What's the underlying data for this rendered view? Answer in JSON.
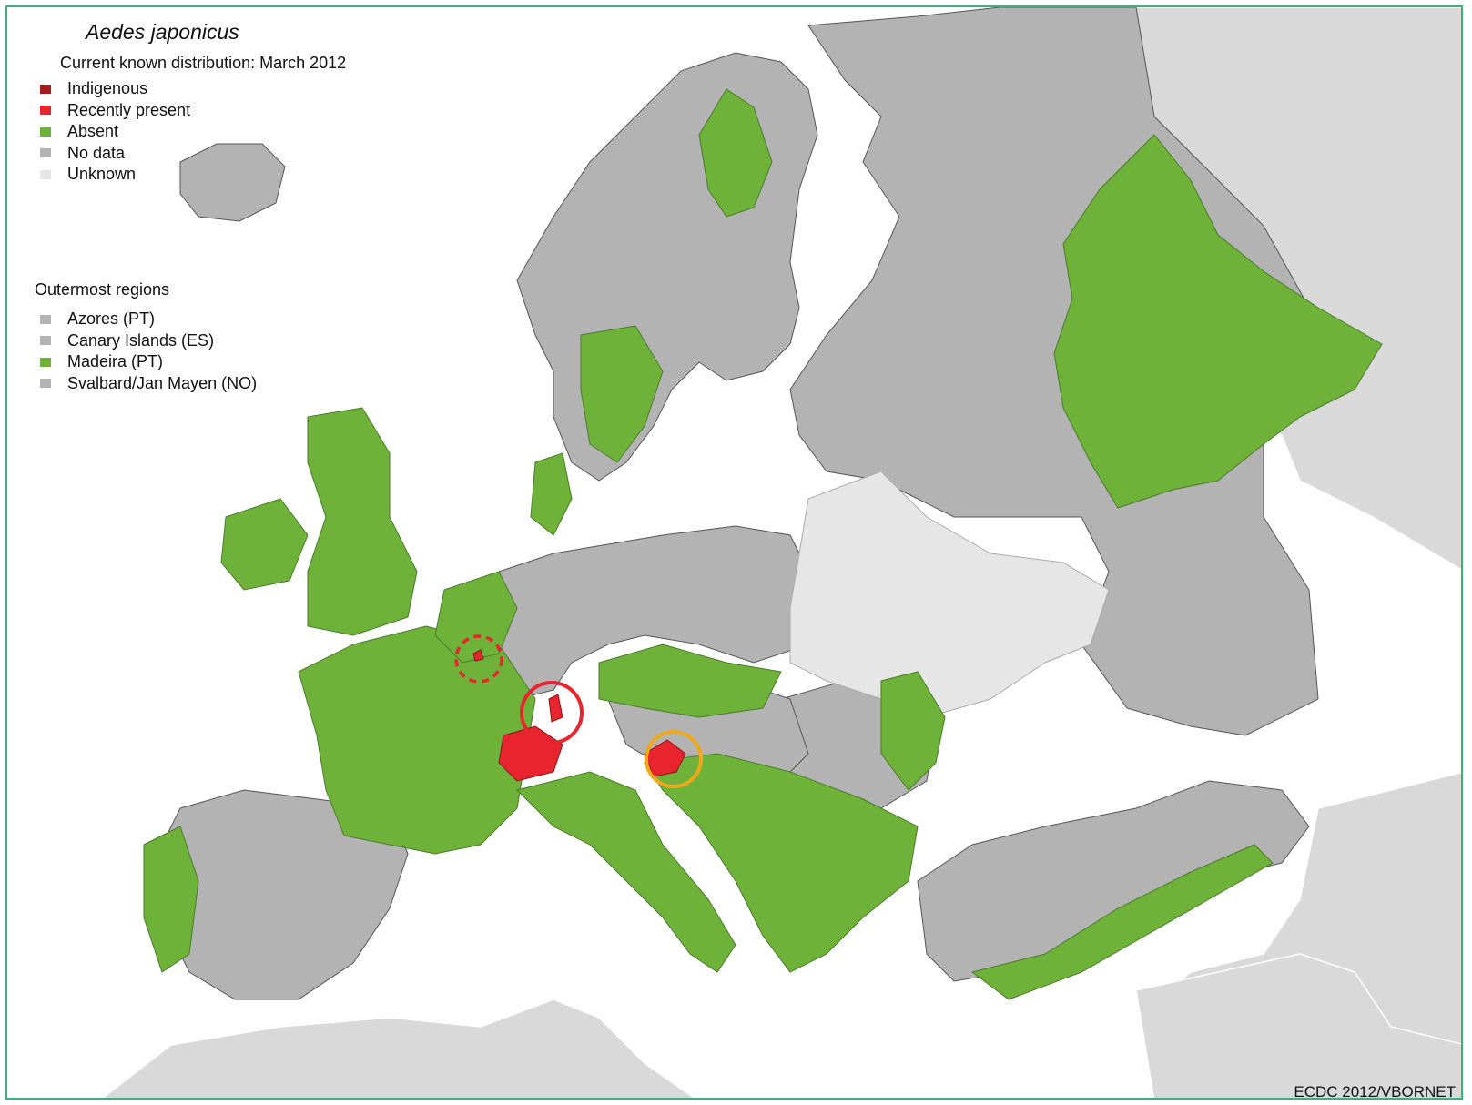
{
  "map": {
    "title": "Aedes japonicus",
    "subtitle": "Current known distribution: March 2012",
    "legend": [
      {
        "label": "Indigenous",
        "color": "#a51c1c"
      },
      {
        "label": "Recently present",
        "color": "#e8242e"
      },
      {
        "label": "Absent",
        "color": "#6fb23a"
      },
      {
        "label": "No data",
        "color": "#b3b3b3"
      },
      {
        "label": "Unknown",
        "color": "#e6e6e6"
      }
    ],
    "outermost": {
      "heading": "Outermost regions",
      "items": [
        {
          "label": "Azores (PT)",
          "color": "#b3b3b3"
        },
        {
          "label": "Canary Islands (ES)",
          "color": "#b3b3b3"
        },
        {
          "label": "Madeira (PT)",
          "color": "#6fb23a"
        },
        {
          "label": "Svalbard/Jan Mayen (NO)",
          "color": "#b3b3b3"
        }
      ]
    },
    "credit": "ECDC 2012/VBORNET",
    "highlight_colors": {
      "red": "#e8242e",
      "orange": "#f0a818"
    },
    "colors": {
      "sea": "#ffffff",
      "border": "#3cb371",
      "nonEU": "#d9d9d9",
      "nodata": "#b3b3b3",
      "absent": "#6fb23a",
      "unknown": "#e6e6e6",
      "present": "#e8242e"
    }
  }
}
